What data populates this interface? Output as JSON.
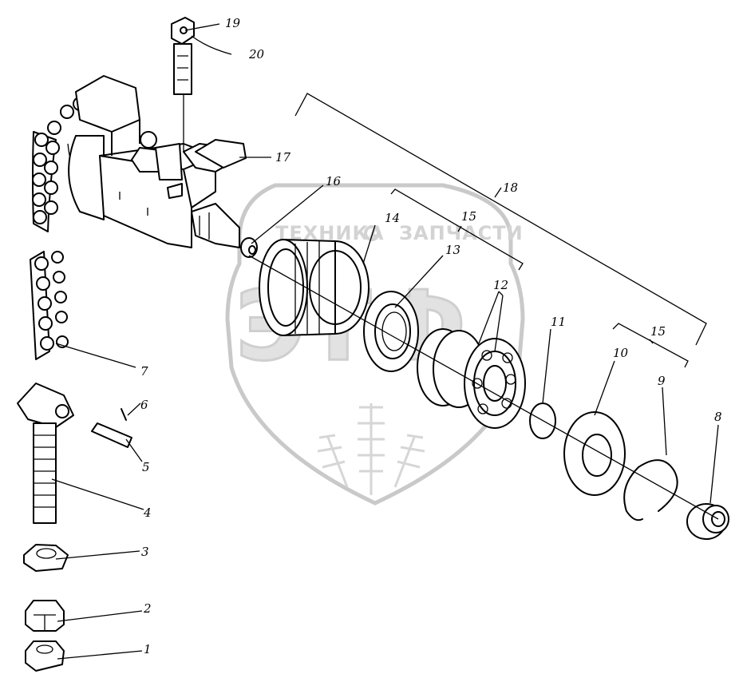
{
  "watermark": {
    "line1_left": "ТЕХНИКА",
    "line1_right": "ЗАПЧАСТИ",
    "logo": "ЭТФ"
  },
  "callouts": [
    {
      "id": "c1",
      "number": "1"
    },
    {
      "id": "c2",
      "number": "2"
    },
    {
      "id": "c3",
      "number": "3"
    },
    {
      "id": "c4",
      "number": "4"
    },
    {
      "id": "c5",
      "number": "5"
    },
    {
      "id": "c6",
      "number": "6"
    },
    {
      "id": "c7",
      "number": "7"
    },
    {
      "id": "c8",
      "number": "8"
    },
    {
      "id": "c9",
      "number": "9"
    },
    {
      "id": "c10",
      "number": "10"
    },
    {
      "id": "c11",
      "number": "11"
    },
    {
      "id": "c12",
      "number": "12"
    },
    {
      "id": "c13",
      "number": "13"
    },
    {
      "id": "c14",
      "number": "14"
    },
    {
      "id": "c15a",
      "number": "15"
    },
    {
      "id": "c15b",
      "number": "15"
    },
    {
      "id": "c16",
      "number": "16"
    },
    {
      "id": "c17",
      "number": "17"
    },
    {
      "id": "c18",
      "number": "18"
    },
    {
      "id": "c19",
      "number": "19"
    },
    {
      "id": "c20",
      "number": "20"
    }
  ]
}
